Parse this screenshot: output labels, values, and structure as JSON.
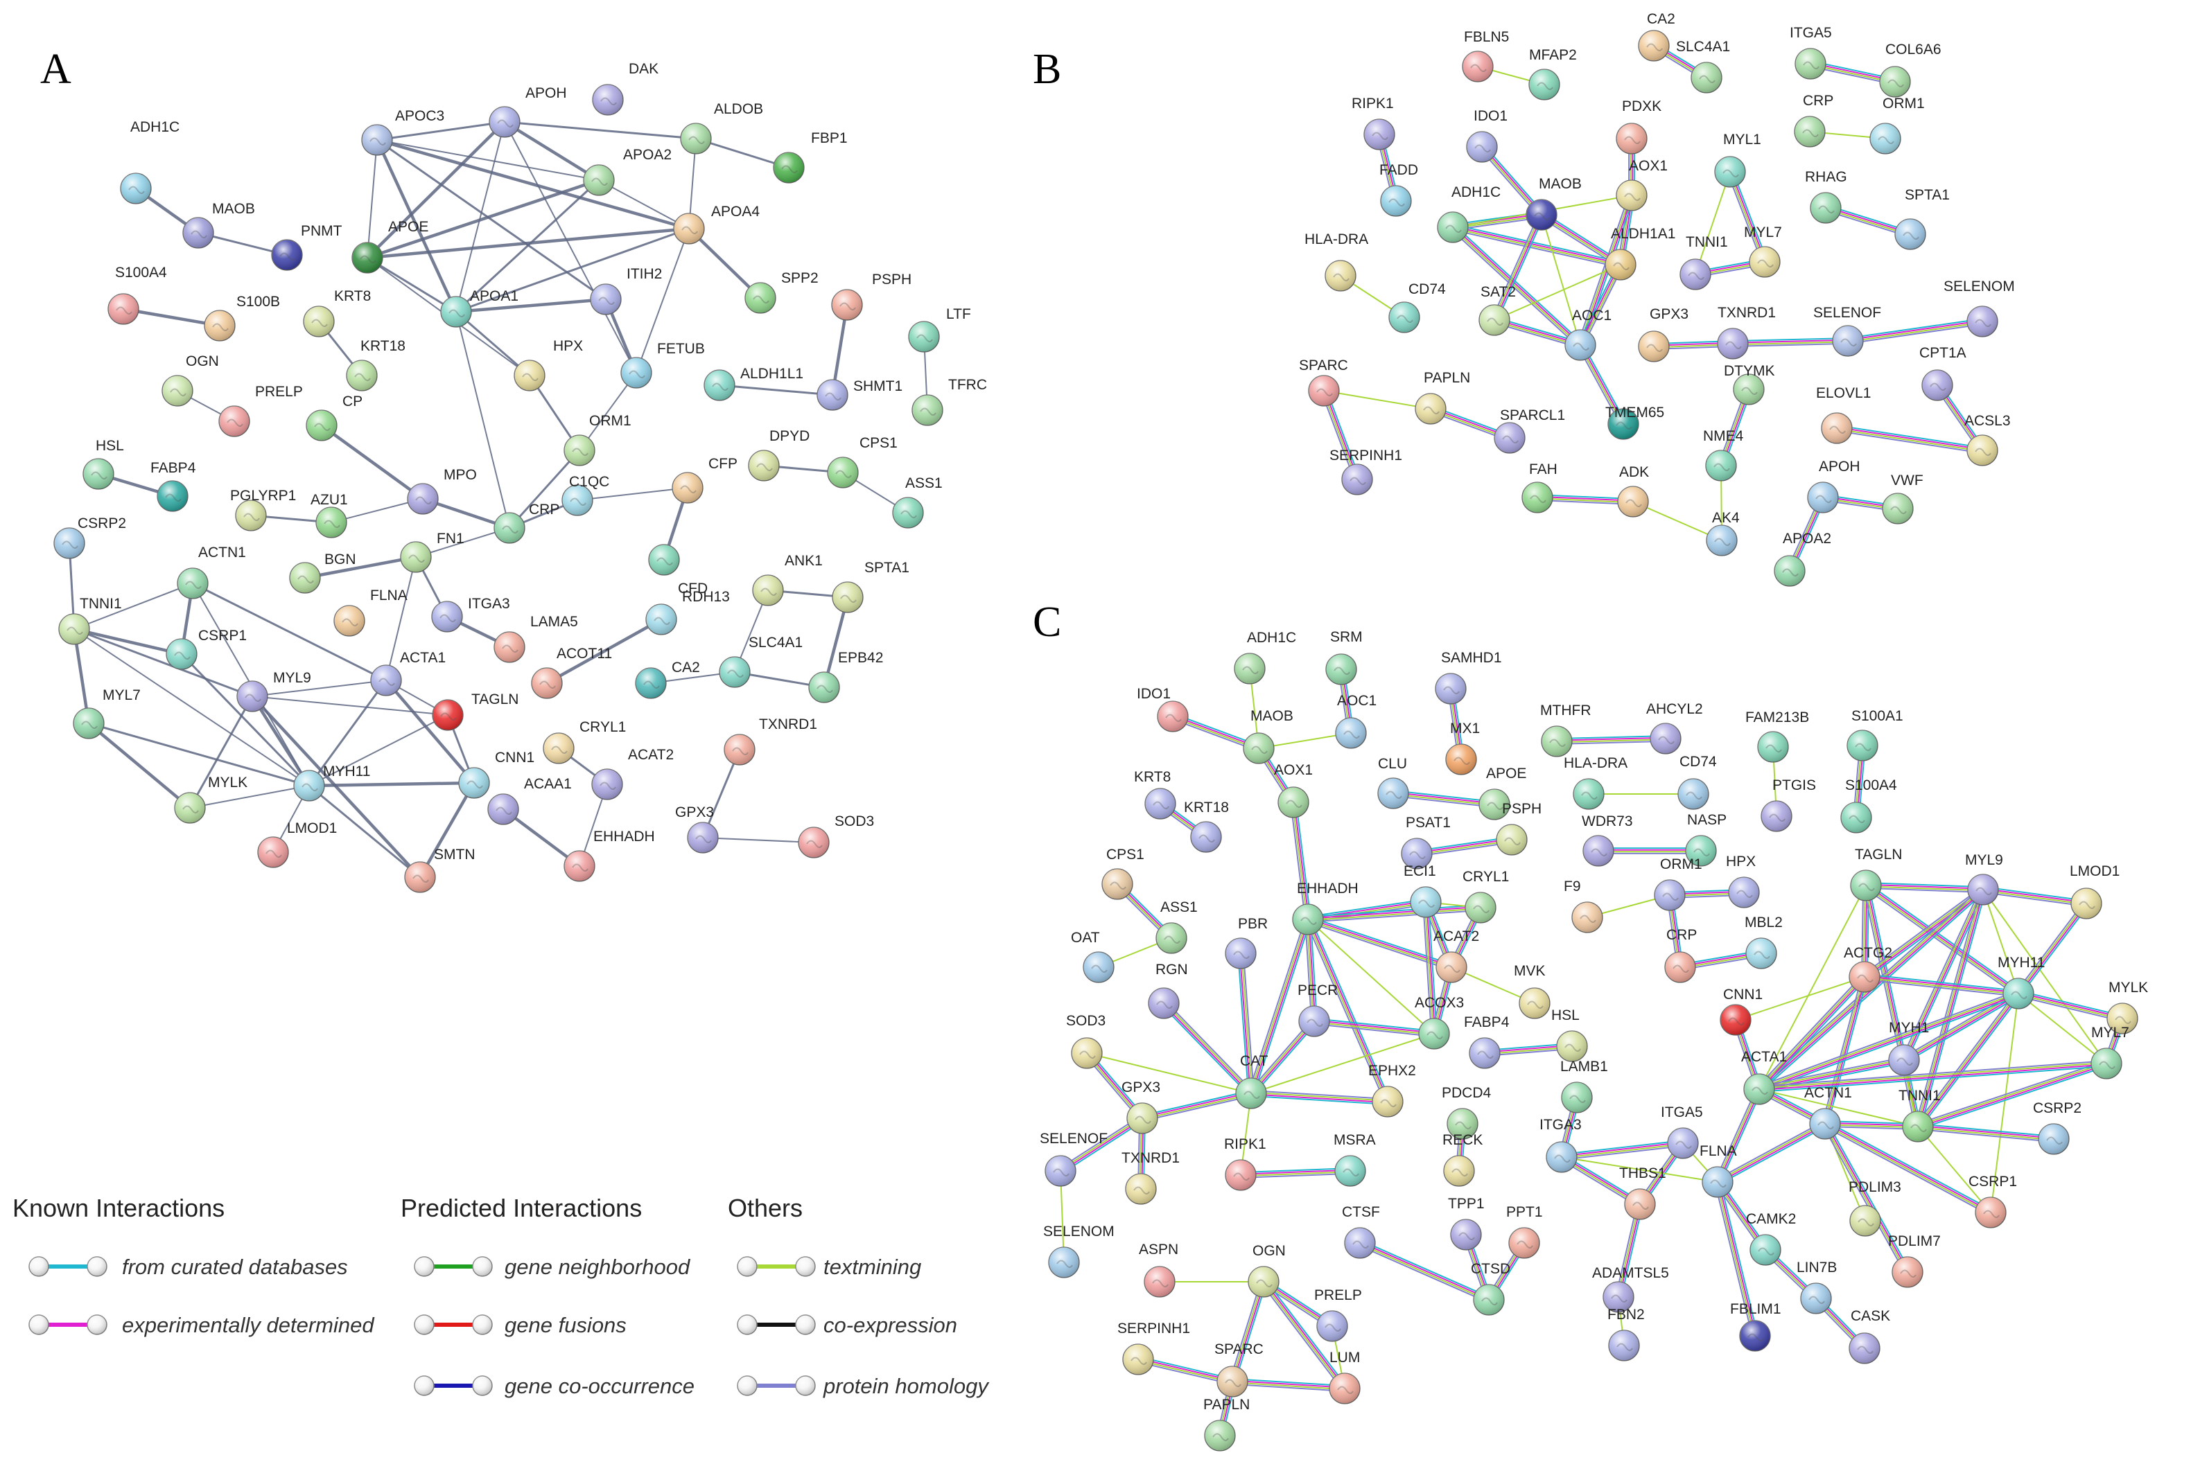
{
  "panels": [
    {
      "letter": "A",
      "nodes": [
        {
          "id": "ADH1C",
          "color": "#8fd0e8"
        },
        {
          "id": "MAOB",
          "color": "#9a9ad8"
        },
        {
          "id": "PNMT",
          "color": "#3b3fa8"
        },
        {
          "id": "APOC3",
          "color": "#a9bde6"
        },
        {
          "id": "APOH",
          "color": "#a9aee6"
        },
        {
          "id": "DAK",
          "color": "#a9a4e0"
        },
        {
          "id": "ALDOB",
          "color": "#a3d9a0"
        },
        {
          "id": "FBP1",
          "color": "#48b048"
        },
        {
          "id": "APOA2",
          "color": "#a3d9a0"
        },
        {
          "id": "APOA4",
          "color": "#f0c896"
        },
        {
          "id": "APOE",
          "color": "#2e8b3a"
        },
        {
          "id": "APOA1",
          "color": "#7fd6c6"
        },
        {
          "id": "ITIH2",
          "color": "#a9aee6"
        },
        {
          "id": "HPX",
          "color": "#e8dc9c"
        },
        {
          "id": "FETUB",
          "color": "#8fd0e8"
        },
        {
          "id": "SPP2",
          "color": "#8fd78a"
        },
        {
          "id": "PSPH",
          "color": "#f0a898"
        },
        {
          "id": "SHMT1",
          "color": "#a9aee6"
        },
        {
          "id": "ALDH1L1",
          "color": "#7fd6c6"
        },
        {
          "id": "LTF",
          "color": "#80d6b6"
        },
        {
          "id": "TFRC",
          "color": "#a3d9a0"
        },
        {
          "id": "S100A4",
          "color": "#f09c9c"
        },
        {
          "id": "S100B",
          "color": "#f0c896"
        },
        {
          "id": "KRT8",
          "color": "#d6e0a0"
        },
        {
          "id": "KRT18",
          "color": "#b8e0a0"
        },
        {
          "id": "OGN",
          "color": "#c8e4a8"
        },
        {
          "id": "PRELP",
          "color": "#f09c9c"
        },
        {
          "id": "CP",
          "color": "#8fd78a"
        },
        {
          "id": "ORM1",
          "color": "#b8e0a0"
        },
        {
          "id": "CFP",
          "color": "#f0c896"
        },
        {
          "id": "DPYD",
          "color": "#d6e0a0"
        },
        {
          "id": "CPS1",
          "color": "#8fd78a"
        },
        {
          "id": "ASS1",
          "color": "#80d6b6"
        },
        {
          "id": "HSL",
          "color": "#8fd7a8"
        },
        {
          "id": "FABP4",
          "color": "#2aa8a0"
        },
        {
          "id": "PGLYRP1",
          "color": "#d6e0a0"
        },
        {
          "id": "AZU1",
          "color": "#8fd78a"
        },
        {
          "id": "MPO",
          "color": "#a9a4e0"
        },
        {
          "id": "CRP",
          "color": "#8fd7a8"
        },
        {
          "id": "C1QC",
          "color": "#9ed8e8"
        },
        {
          "id": "CFD",
          "color": "#80d6b6"
        },
        {
          "id": "CSRP2",
          "color": "#9ec8e8"
        },
        {
          "id": "ACTN1",
          "color": "#8fd7a8"
        },
        {
          "id": "TNNI1",
          "color": "#c8e4a8"
        },
        {
          "id": "BGN",
          "color": "#b8e0a0"
        },
        {
          "id": "FN1",
          "color": "#b8e0a0"
        },
        {
          "id": "ITGA3",
          "color": "#a9aee6"
        },
        {
          "id": "FLNA",
          "color": "#f0c896"
        },
        {
          "id": "LAMA5",
          "color": "#f0a898"
        },
        {
          "id": "RDH13",
          "color": "#9ed8e8"
        },
        {
          "id": "ANK1",
          "color": "#d6e0a0"
        },
        {
          "id": "SPTA1",
          "color": "#d6e0a0"
        },
        {
          "id": "CSRP1",
          "color": "#80d6c6"
        },
        {
          "id": "MYL9",
          "color": "#a9a4e0"
        },
        {
          "id": "ACTA1",
          "color": "#a9aee6"
        },
        {
          "id": "TAGLN",
          "color": "#e82828"
        },
        {
          "id": "ACOT11",
          "color": "#f0a898"
        },
        {
          "id": "CA2",
          "color": "#50b8b8"
        },
        {
          "id": "SLC4A1",
          "color": "#80d6c6"
        },
        {
          "id": "EPB42",
          "color": "#8fd7a8"
        },
        {
          "id": "MYL7",
          "color": "#8fd7a8"
        },
        {
          "id": "MYLK",
          "color": "#b8e0a0"
        },
        {
          "id": "MYH11",
          "color": "#9ed8e8"
        },
        {
          "id": "CNN1",
          "color": "#9ed8e8"
        },
        {
          "id": "CRYL1",
          "color": "#f0d8a0"
        },
        {
          "id": "ACAT2",
          "color": "#a9a4e0"
        },
        {
          "id": "TXNRD1",
          "color": "#f0a898"
        },
        {
          "id": "ACAA1",
          "color": "#a9a4e0"
        },
        {
          "id": "LMOD1",
          "color": "#f09c9c"
        },
        {
          "id": "SMTN",
          "color": "#f0a898"
        },
        {
          "id": "EHHADH",
          "color": "#f09c9c"
        },
        {
          "id": "GPX3",
          "color": "#a9a4e0"
        },
        {
          "id": "SOD3",
          "color": "#f09c9c"
        }
      ]
    },
    {
      "letter": "B",
      "nodes": [
        {
          "id": "FBLN5",
          "color": "#f09c9c"
        },
        {
          "id": "MFAP2",
          "color": "#80d6b6"
        },
        {
          "id": "CA2",
          "color": "#f0c896"
        },
        {
          "id": "SLC4A1",
          "color": "#a3d9a0"
        },
        {
          "id": "ITGA5",
          "color": "#a3d9a0"
        },
        {
          "id": "COL6A6",
          "color": "#a3d9a0"
        },
        {
          "id": "RIPK1",
          "color": "#a9a4e0"
        },
        {
          "id": "IDO1",
          "color": "#a9aee6"
        },
        {
          "id": "PDXK",
          "color": "#f0a898"
        },
        {
          "id": "CRP",
          "color": "#a3d9a0"
        },
        {
          "id": "ORM1",
          "color": "#9ed8e8"
        },
        {
          "id": "FADD",
          "color": "#8fd0e8"
        },
        {
          "id": "ADH1C",
          "color": "#8fd7a8"
        },
        {
          "id": "MAOB",
          "color": "#3b3fa8"
        },
        {
          "id": "AOX1",
          "color": "#e8dc9c"
        },
        {
          "id": "MYL1",
          "color": "#80d6c6"
        },
        {
          "id": "RHAG",
          "color": "#8fd7a8"
        },
        {
          "id": "SPTA1",
          "color": "#9ec8e8"
        },
        {
          "id": "HLA-DRA",
          "color": "#e8dc9c"
        },
        {
          "id": "ALDH1A1",
          "color": "#e8c880"
        },
        {
          "id": "TNNI1",
          "color": "#a9a4e0"
        },
        {
          "id": "MYL7",
          "color": "#e8dc9c"
        },
        {
          "id": "CD74",
          "color": "#80d6c6"
        },
        {
          "id": "SAT2",
          "color": "#c8e4a8"
        },
        {
          "id": "AOC1",
          "color": "#9ec8e8"
        },
        {
          "id": "GPX3",
          "color": "#f0c896"
        },
        {
          "id": "TXNRD1",
          "color": "#a9a4e0"
        },
        {
          "id": "SELENOF",
          "color": "#a9bde6"
        },
        {
          "id": "SELENOM",
          "color": "#a9a4e0"
        },
        {
          "id": "SPARC",
          "color": "#f09c9c"
        },
        {
          "id": "PAPLN",
          "color": "#e8dc9c"
        },
        {
          "id": "TMEM65",
          "color": "#1a9a90"
        },
        {
          "id": "DTYMK",
          "color": "#a3d9a0"
        },
        {
          "id": "CPT1A",
          "color": "#a9a4e0"
        },
        {
          "id": "SPARCL1",
          "color": "#a9a4e0"
        },
        {
          "id": "NME4",
          "color": "#80d6b6"
        },
        {
          "id": "ELOVL1",
          "color": "#f0c0a0"
        },
        {
          "id": "ACSL3",
          "color": "#e8dc9c"
        },
        {
          "id": "SERPINH1",
          "color": "#a9a4e0"
        },
        {
          "id": "FAH",
          "color": "#8fd78a"
        },
        {
          "id": "ADK",
          "color": "#f0c896"
        },
        {
          "id": "APOH",
          "color": "#9ec8e8"
        },
        {
          "id": "VWF",
          "color": "#a3d9a0"
        },
        {
          "id": "AK4",
          "color": "#9ec8e8"
        },
        {
          "id": "APOA2",
          "color": "#8fd7a8"
        }
      ]
    },
    {
      "letter": "C",
      "nodes": [
        {
          "id": "ADH1C",
          "color": "#a3d9a0"
        },
        {
          "id": "SRM",
          "color": "#8fd7a8"
        },
        {
          "id": "SAMHD1",
          "color": "#a9aee6"
        },
        {
          "id": "IDO1",
          "color": "#f09c9c"
        },
        {
          "id": "MAOB",
          "color": "#a3d9a0"
        },
        {
          "id": "AOC1",
          "color": "#9ec8e8"
        },
        {
          "id": "MX1",
          "color": "#f0a060"
        },
        {
          "id": "MTHFR",
          "color": "#a3d9a0"
        },
        {
          "id": "AHCYL2",
          "color": "#a9a4e0"
        },
        {
          "id": "FAM213B",
          "color": "#80d6b6"
        },
        {
          "id": "S100A1",
          "color": "#80d6b6"
        },
        {
          "id": "KRT8",
          "color": "#a9aee6"
        },
        {
          "id": "AOX1",
          "color": "#a3d9a0"
        },
        {
          "id": "CLU",
          "color": "#9ec8e8"
        },
        {
          "id": "APOE",
          "color": "#a3d9a0"
        },
        {
          "id": "HLA-DRA",
          "color": "#80d6b6"
        },
        {
          "id": "CD74",
          "color": "#9ec8e8"
        },
        {
          "id": "PTGIS",
          "color": "#a9a4e0"
        },
        {
          "id": "S100A4",
          "color": "#80d6b6"
        },
        {
          "id": "KRT18",
          "color": "#a9aee6"
        },
        {
          "id": "PSPH",
          "color": "#d6e0a0"
        },
        {
          "id": "PSAT1",
          "color": "#a9aee6"
        },
        {
          "id": "WDR73",
          "color": "#a9a4e0"
        },
        {
          "id": "NASP",
          "color": "#80d6b6"
        },
        {
          "id": "CPS1",
          "color": "#e8c8a0"
        },
        {
          "id": "TAGLN",
          "color": "#8fd7a8"
        },
        {
          "id": "MYL9",
          "color": "#a9a4e0"
        },
        {
          "id": "LMOD1",
          "color": "#e8dc9c"
        },
        {
          "id": "EHHADH",
          "color": "#8fd7a8"
        },
        {
          "id": "ECI1",
          "color": "#9ed8e8"
        },
        {
          "id": "CRYL1",
          "color": "#a3d9a0"
        },
        {
          "id": "ORM1",
          "color": "#a9aee6"
        },
        {
          "id": "HPX",
          "color": "#a9aee6"
        },
        {
          "id": "F9",
          "color": "#f0c8a0"
        },
        {
          "id": "ASS1",
          "color": "#a3d9a0"
        },
        {
          "id": "OAT",
          "color": "#9ec8e8"
        },
        {
          "id": "PBR",
          "color": "#a9aee6"
        },
        {
          "id": "ACAT2",
          "color": "#f0c0a0"
        },
        {
          "id": "CRP",
          "color": "#f0a898"
        },
        {
          "id": "MBL2",
          "color": "#9ed8e8"
        },
        {
          "id": "ACTG2",
          "color": "#f0a898"
        },
        {
          "id": "MYH11",
          "color": "#80d6c6"
        },
        {
          "id": "MYLK",
          "color": "#e8dc9c"
        },
        {
          "id": "RGN",
          "color": "#a9a4e0"
        },
        {
          "id": "MVK",
          "color": "#e8dc9c"
        },
        {
          "id": "CNN1",
          "color": "#e82828"
        },
        {
          "id": "PECR",
          "color": "#a9aee6"
        },
        {
          "id": "ACOX3",
          "color": "#8fd7a8"
        },
        {
          "id": "SOD3",
          "color": "#e8dc9c"
        },
        {
          "id": "FABP4",
          "color": "#a9aee6"
        },
        {
          "id": "HSL",
          "color": "#d6e0a0"
        },
        {
          "id": "MYH1",
          "color": "#a9aee6"
        },
        {
          "id": "MYL7",
          "color": "#8fd7a8"
        },
        {
          "id": "CAT",
          "color": "#8fd7a8"
        },
        {
          "id": "EPHX2",
          "color": "#e8dc9c"
        },
        {
          "id": "LAMB1",
          "color": "#8fd7a8"
        },
        {
          "id": "ACTA1",
          "color": "#8fd7a8"
        },
        {
          "id": "ACTN1",
          "color": "#9ec8e8"
        },
        {
          "id": "TNNI1",
          "color": "#8fd78a"
        },
        {
          "id": "CSRP2",
          "color": "#9ec8e8"
        },
        {
          "id": "GPX3",
          "color": "#d6e0a0"
        },
        {
          "id": "PDCD4",
          "color": "#a3d9a0"
        },
        {
          "id": "ITGA5",
          "color": "#a9aee6"
        },
        {
          "id": "SELENOF",
          "color": "#a9aee6"
        },
        {
          "id": "RIPK1",
          "color": "#f09c9c"
        },
        {
          "id": "MSRA",
          "color": "#80d6c6"
        },
        {
          "id": "RECK",
          "color": "#e8dc9c"
        },
        {
          "id": "ITGA3",
          "color": "#9ec8e8"
        },
        {
          "id": "FLNA",
          "color": "#9ec8e8"
        },
        {
          "id": "PDLIM3",
          "color": "#d6e0a0"
        },
        {
          "id": "CSRP1",
          "color": "#f0a898"
        },
        {
          "id": "TXNRD1",
          "color": "#e8dc9c"
        },
        {
          "id": "THBS1",
          "color": "#f0b8a0"
        },
        {
          "id": "PDLIM7",
          "color": "#f0a898"
        },
        {
          "id": "CAMK2",
          "color": "#80d6c6"
        },
        {
          "id": "SELENOM",
          "color": "#9ec8e8"
        },
        {
          "id": "CTSF",
          "color": "#a9aee6"
        },
        {
          "id": "TPP1",
          "color": "#a9a4e0"
        },
        {
          "id": "PPT1",
          "color": "#f0a898"
        },
        {
          "id": "LIN7B",
          "color": "#9ec8e8"
        },
        {
          "id": "ASPN",
          "color": "#f09c9c"
        },
        {
          "id": "OGN",
          "color": "#d6e0a0"
        },
        {
          "id": "ADAMTSL5",
          "color": "#a9a4e0"
        },
        {
          "id": "FBLIM1",
          "color": "#3b3fa8"
        },
        {
          "id": "CASK",
          "color": "#a9a4e0"
        },
        {
          "id": "CTSD",
          "color": "#8fd7a8"
        },
        {
          "id": "PRELP",
          "color": "#a9aee6"
        },
        {
          "id": "FBN2",
          "color": "#a9aee6"
        },
        {
          "id": "SERPINH1",
          "color": "#e8dc9c"
        },
        {
          "id": "SPARC",
          "color": "#e8c8a0"
        },
        {
          "id": "LUM",
          "color": "#f0a898"
        },
        {
          "id": "PAPLN",
          "color": "#a3d9a0"
        }
      ]
    }
  ],
  "legend": {
    "groups": [
      {
        "heading": "Known Interactions",
        "items": [
          {
            "label": "from curated databases",
            "color": "#1fb8d0"
          },
          {
            "label": "experimentally determined",
            "color": "#e020d0"
          }
        ]
      },
      {
        "heading": "Predicted Interactions",
        "items": [
          {
            "label": "gene neighborhood",
            "color": "#20a020"
          },
          {
            "label": "gene fusions",
            "color": "#e01818"
          },
          {
            "label": "gene co-occurrence",
            "color": "#1818b0"
          }
        ]
      },
      {
        "heading": "Others",
        "items": [
          {
            "label": "textmining",
            "color": "#a8d838"
          },
          {
            "label": "co-expression",
            "color": "#111111"
          },
          {
            "label": "protein homology",
            "color": "#8080d0"
          }
        ]
      }
    ]
  }
}
